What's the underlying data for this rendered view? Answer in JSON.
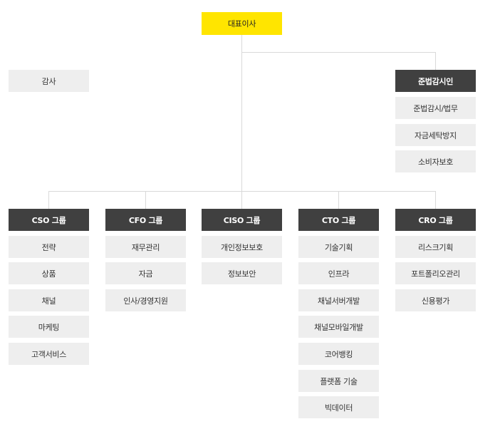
{
  "chart": {
    "ceo": "대표이사",
    "audit": "감사",
    "compliance": {
      "title": "준법감시인",
      "items": [
        "준법감시/법무",
        "자금세탁방지",
        "소비자보호"
      ]
    },
    "groups": [
      {
        "title": "CSO 그룹",
        "items": [
          "전략",
          "상품",
          "채널",
          "마케팅",
          "고객서비스"
        ]
      },
      {
        "title": "CFO 그룹",
        "items": [
          "재무관리",
          "자금",
          "인사/경영지원"
        ]
      },
      {
        "title": "CISO 그룹",
        "items": [
          "개인정보보호",
          "정보보안"
        ]
      },
      {
        "title": "CTO 그룹",
        "items": [
          "기술기획",
          "인프라",
          "채널서버개발",
          "채널모바일개발",
          "코어뱅킹",
          "플랫폼 기술",
          "빅데이터"
        ]
      },
      {
        "title": "CRO 그룹",
        "items": [
          "리스크기획",
          "포트폴리오관리",
          "신용평가"
        ]
      }
    ]
  }
}
